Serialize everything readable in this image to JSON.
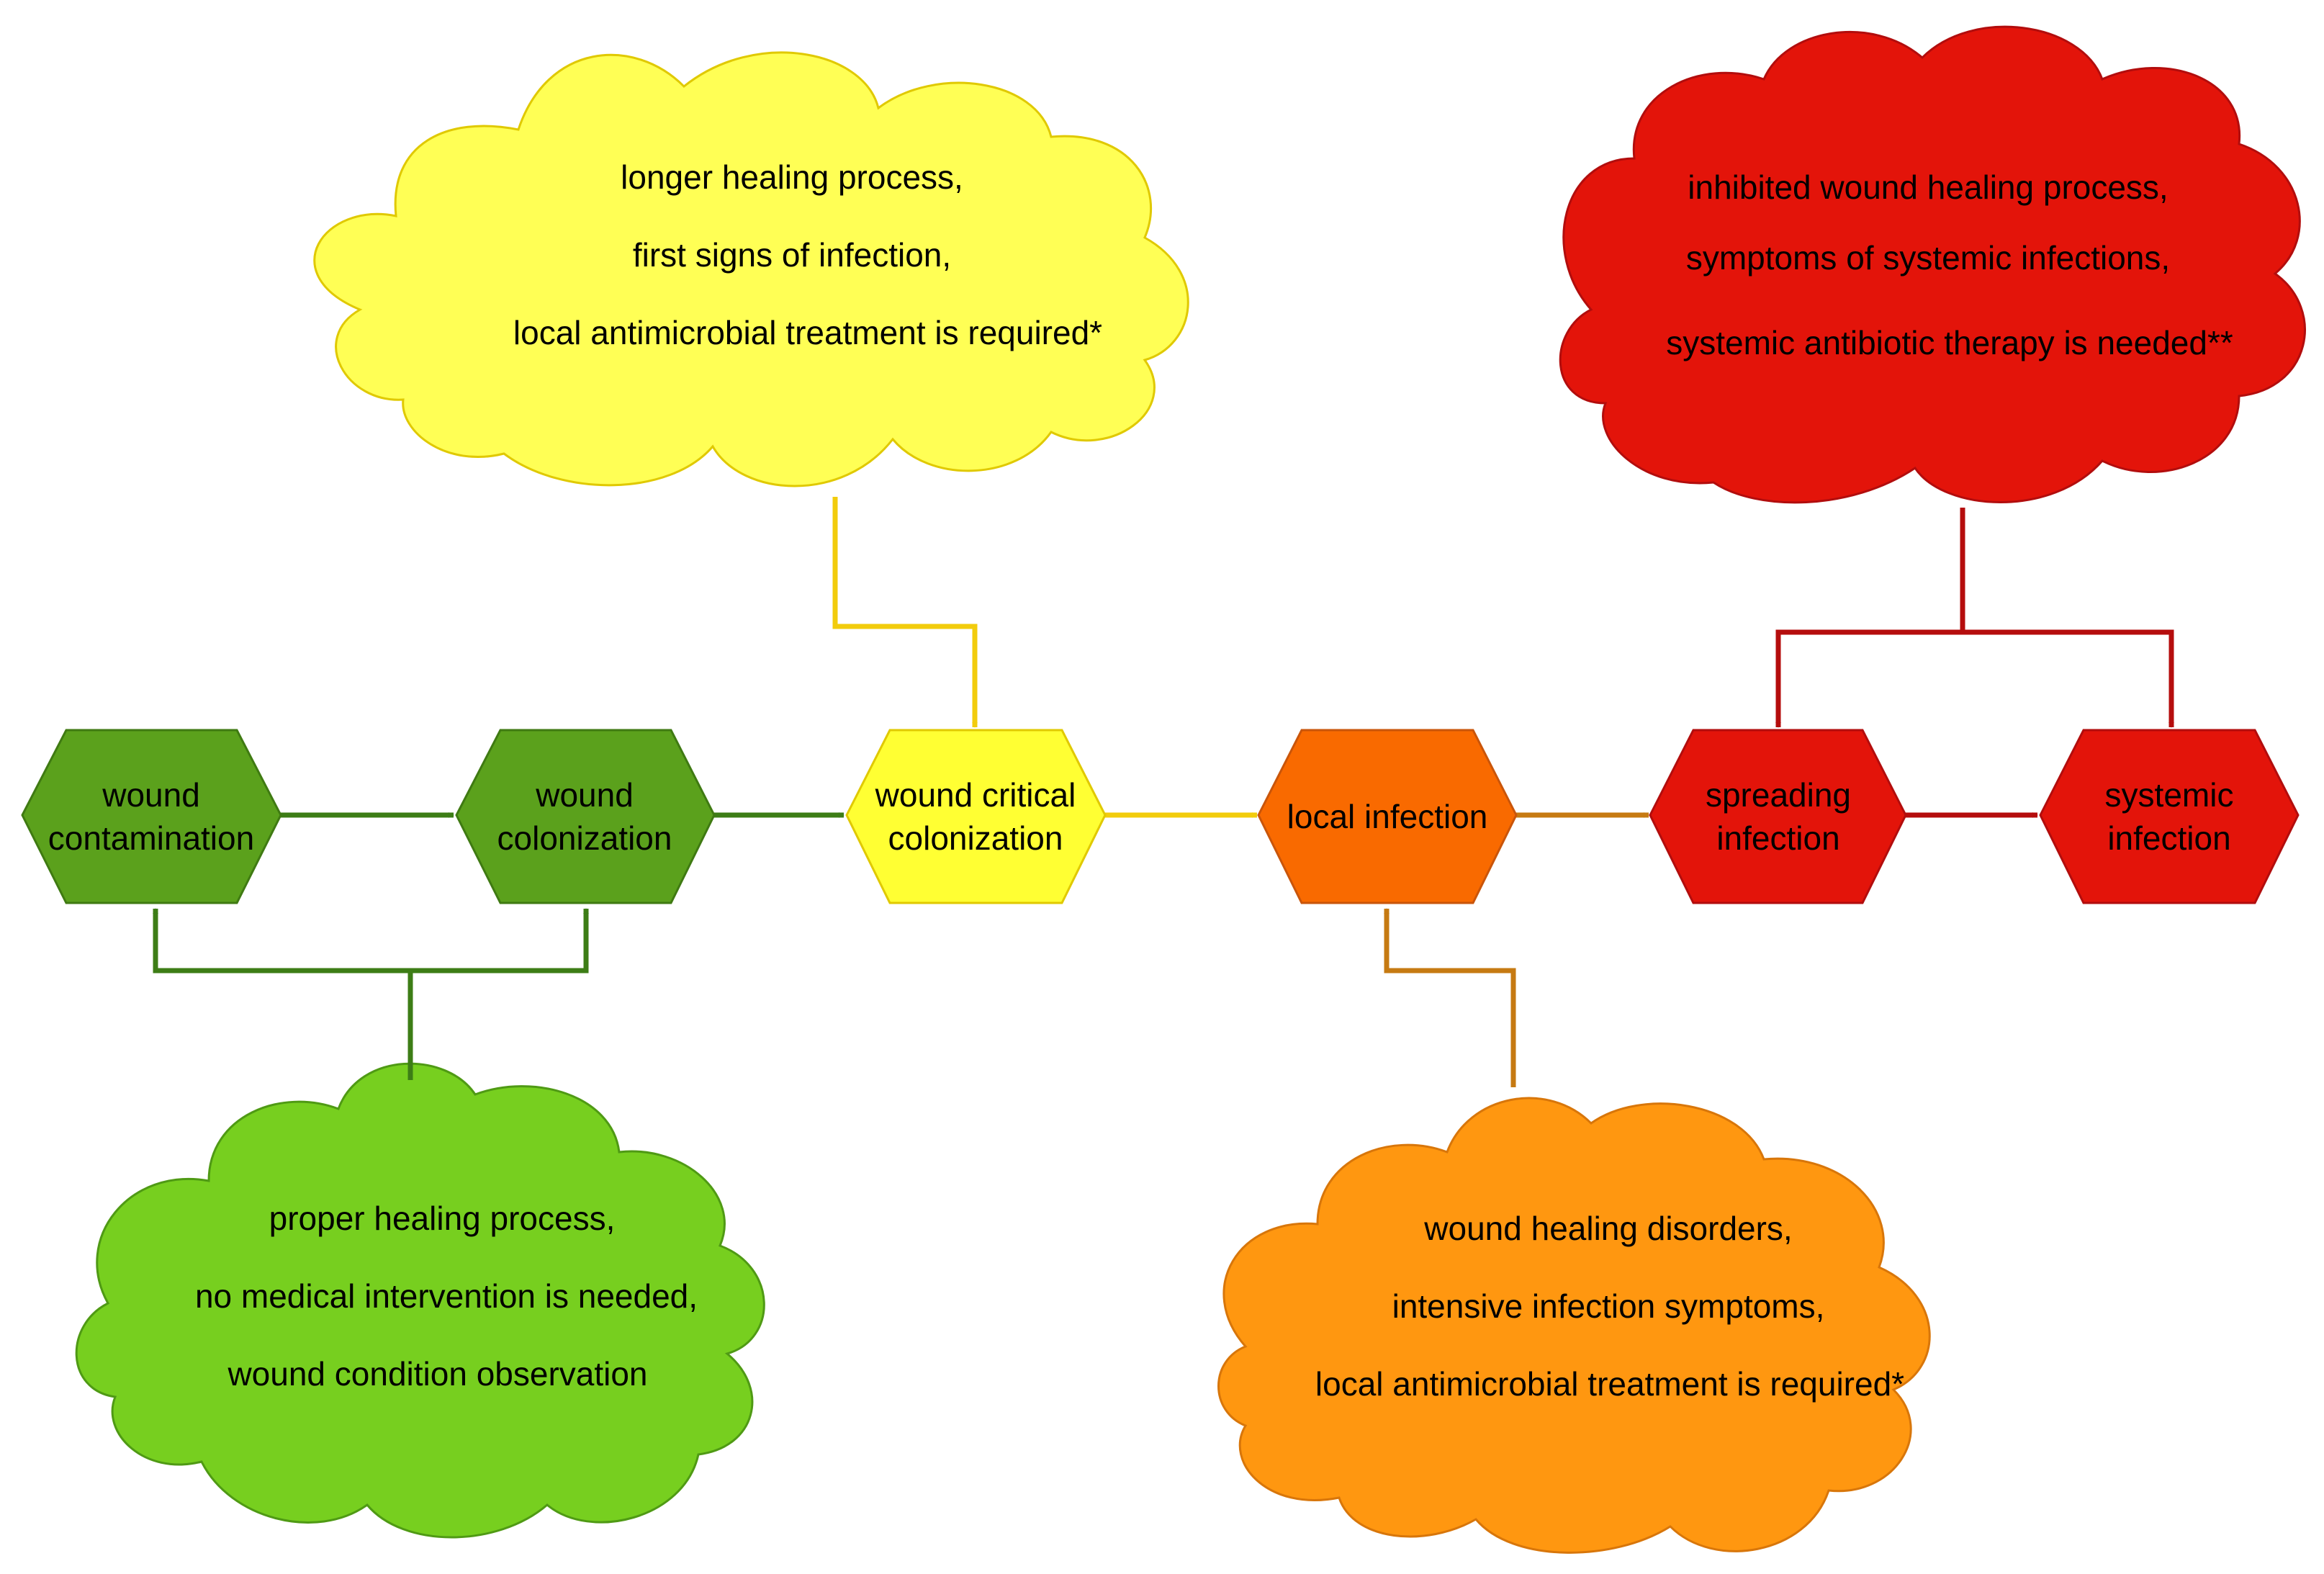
{
  "colors": {
    "green_dark": "#5ba11c",
    "green_dark_stroke": "#3f7a12",
    "green_light": "#77cf1f",
    "green_light_stroke": "#4f9a14",
    "green_arrow": "#3d7d16",
    "yellow": "#ffff33",
    "yellow_cloud": "#ffff55",
    "yellow_stroke": "#e0c900",
    "yellow_arrow": "#f2cc0c",
    "orange_dark": "#f96a00",
    "orange_dark_stroke": "#c9550a",
    "orange_cloud": "#ff9710",
    "orange_cloud_stroke": "#d8760a",
    "orange_arrow": "#c67a12",
    "red": "#e3140a",
    "red_stroke": "#b20d0d",
    "red_arrow": "#b50d0d"
  },
  "stages": [
    {
      "id": "contamination",
      "lines": [
        "wound",
        "contamination"
      ]
    },
    {
      "id": "colonization",
      "lines": [
        "wound",
        "colonization"
      ]
    },
    {
      "id": "critical",
      "lines": [
        "wound critical",
        "colonization"
      ]
    },
    {
      "id": "local",
      "lines": [
        "local infection"
      ]
    },
    {
      "id": "spreading",
      "lines": [
        "spreading",
        "infection"
      ]
    },
    {
      "id": "systemic",
      "lines": [
        "systemic",
        "infection"
      ]
    }
  ],
  "clouds": {
    "green": [
      "proper healing process,",
      "no medical intervention is needed,",
      "wound condition observation"
    ],
    "yellow": [
      "longer healing process,",
      "first signs of infection,",
      "local antimicrobial treatment is required*"
    ],
    "orange": [
      "wound healing disorders,",
      "intensive infection symptoms,",
      "local antimicrobial treatment is required*"
    ],
    "red": [
      "inhibited wound healing process,",
      "symptoms of systemic infections,",
      "systemic antibiotic therapy is needed**"
    ]
  }
}
